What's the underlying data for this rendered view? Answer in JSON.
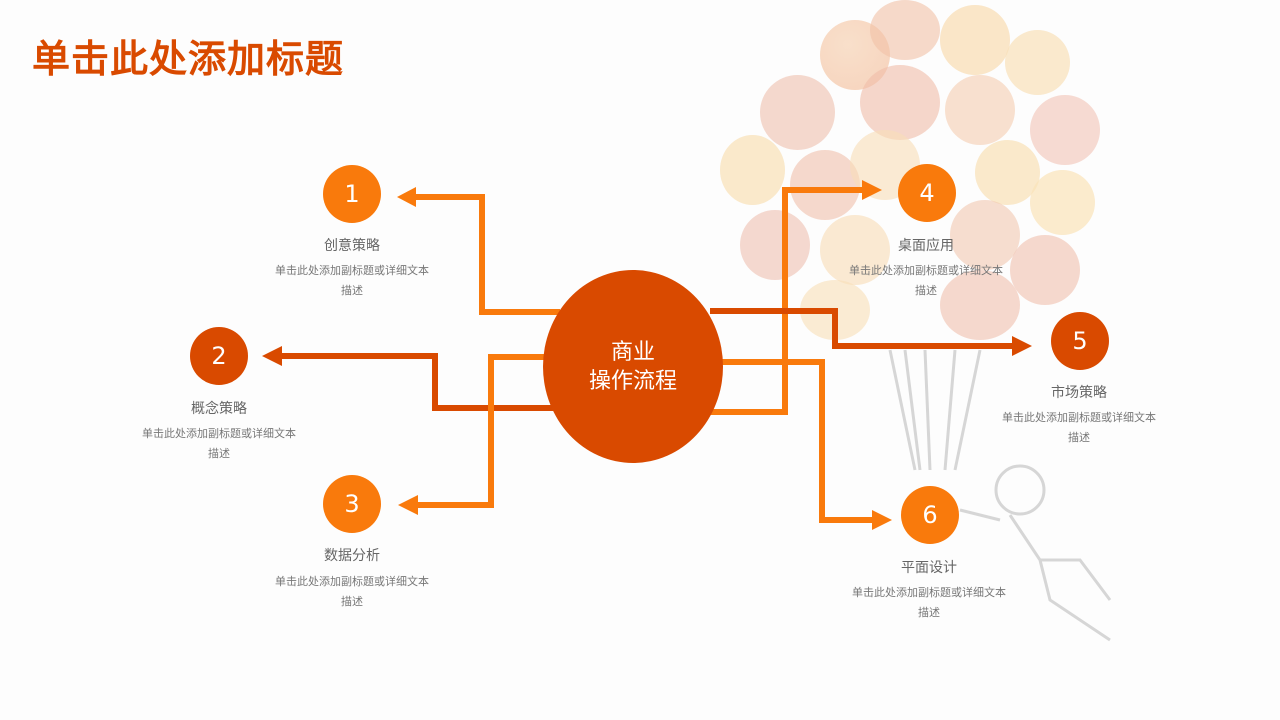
{
  "title": "单击此处添加标题",
  "hub": {
    "line1": "商业",
    "line2": "操作流程"
  },
  "items": [
    {
      "number": "1",
      "label": "创意策略",
      "desc1": "单击此处添加副标题或详细文本",
      "desc2": "描述"
    },
    {
      "number": "2",
      "label": "概念策略",
      "desc1": "单击此处添加副标题或详细文本",
      "desc2": "描述"
    },
    {
      "number": "3",
      "label": "数据分析",
      "desc1": "单击此处添加副标题或详细文本",
      "desc2": "描述"
    },
    {
      "number": "4",
      "label": "桌面应用",
      "desc1": "单击此处添加副标题或详细文本",
      "desc2": "描述"
    },
    {
      "number": "5",
      "label": "市场策略",
      "desc1": "单击此处添加副标题或详细文本",
      "desc2": "描述"
    },
    {
      "number": "6",
      "label": "平面设计",
      "desc1": "单击此处添加副标题或详细文本",
      "desc2": "描述"
    }
  ],
  "colors": {
    "light": "#f97a0c",
    "dark": "#d94a00",
    "text": "#666666"
  }
}
